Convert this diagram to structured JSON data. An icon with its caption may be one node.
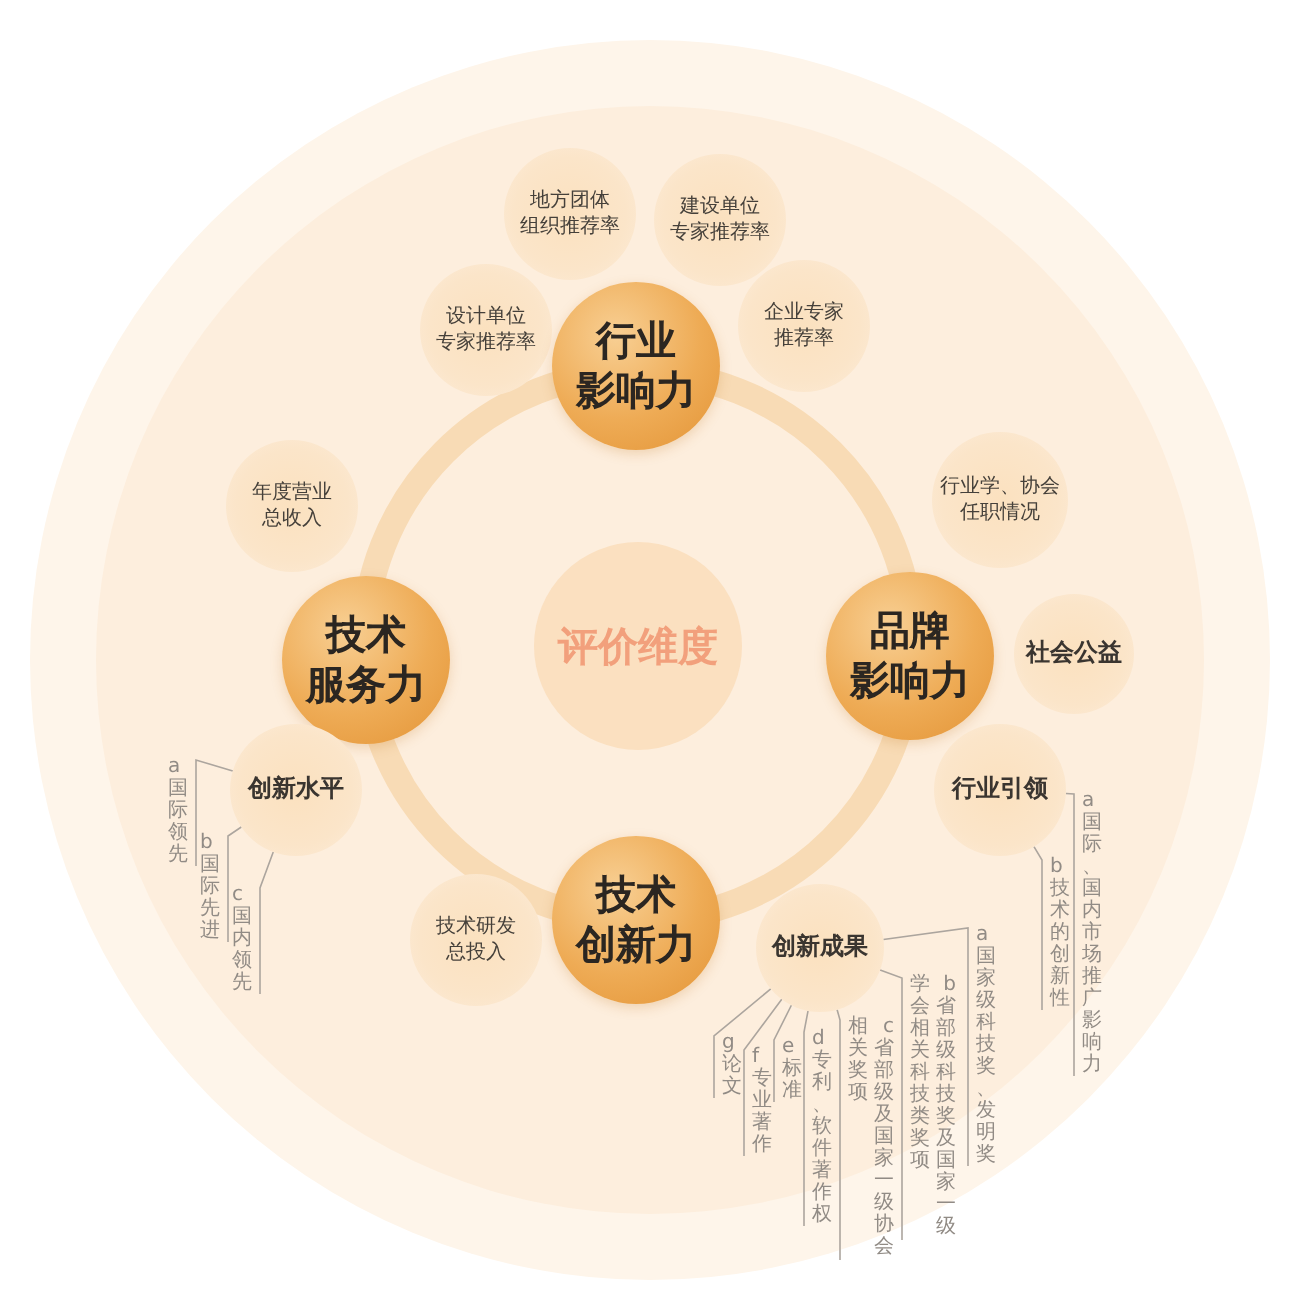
{
  "diagram": {
    "nodes": [
      {
        "text": [
          "地方团体组织推荐率"
        ]
      },
      {
        "text": [
          "建设单位专家推荐率"
        ]
      },
      {
        "text": [
          "设计单位专家推荐率"
        ]
      },
      {
        "text": [
          "行业影响力"
        ]
      },
      {
        "text": [
          "企业专家推荐率"
        ]
      },
      {
        "text": [
          "年度营业总收入"
        ]
      },
      {
        "text": [
          "行业学、协会任职情况"
        ]
      },
      {
        "text": [
          "评价维度"
        ]
      },
      {
        "text": [
          "技术服务力"
        ]
      },
      {
        "text": [
          "品牌影响力"
        ]
      },
      {
        "text": [
          "社会公益"
        ]
      },
      {
        "text": [
          "创新水平"
        ]
      },
      {
        "text": [
          "行业引领"
        ]
      },
      {
        "text": [
          "a 国际领先"
        ]
      },
      {
        "text": [
          "b 国际先进"
        ]
      },
      {
        "text": [
          "c 国内领先"
        ]
      },
      {
        "text": [
          "a 国际、国内市场推广影响力"
        ]
      },
      {
        "text": [
          "b 技术的创新性"
        ]
      },
      {
        "text": [
          "技术研发总投入"
        ]
      },
      {
        "text": [
          "技术创新力"
        ]
      },
      {
        "text": [
          "创新成果"
        ]
      },
      {
        "text": [
          "a 国家级科技奖、发明奖"
        ]
      },
      {
        "text": [
          "b 省部级科技奖及国家一级学会相关科技类奖项"
        ]
      },
      {
        "text": [
          "c 省部级及国家一级协会相关奖项"
        ]
      },
      {
        "text": [
          "d 专利、软件著作权"
        ]
      },
      {
        "text": [
          "e 标准"
        ]
      },
      {
        "text": [
          "f 专业著作"
        ]
      },
      {
        "text": [
          "g 论文"
        ]
      }
    ],
    "edges": [
      {
        "from": 13,
        "to": 11,
        "arrow": "none"
      },
      {
        "from": 14,
        "to": 11,
        "arrow": "none"
      },
      {
        "from": 15,
        "to": 11,
        "arrow": "none"
      },
      {
        "from": 16,
        "to": 12,
        "arrow": "none"
      },
      {
        "from": 17,
        "to": 12,
        "arrow": "none"
      },
      {
        "from": 21,
        "to": 20,
        "arrow": "none"
      },
      {
        "from": 22,
        "to": 20,
        "arrow": "none"
      },
      {
        "from": 23,
        "to": 20,
        "arrow": "none"
      },
      {
        "from": 24,
        "to": 20,
        "arrow": "none"
      },
      {
        "from": 25,
        "to": 20,
        "arrow": "none"
      },
      {
        "from": 26,
        "to": 20,
        "arrow": "none"
      },
      {
        "from": 27,
        "to": 20,
        "arrow": "none"
      }
    ]
  }
}
